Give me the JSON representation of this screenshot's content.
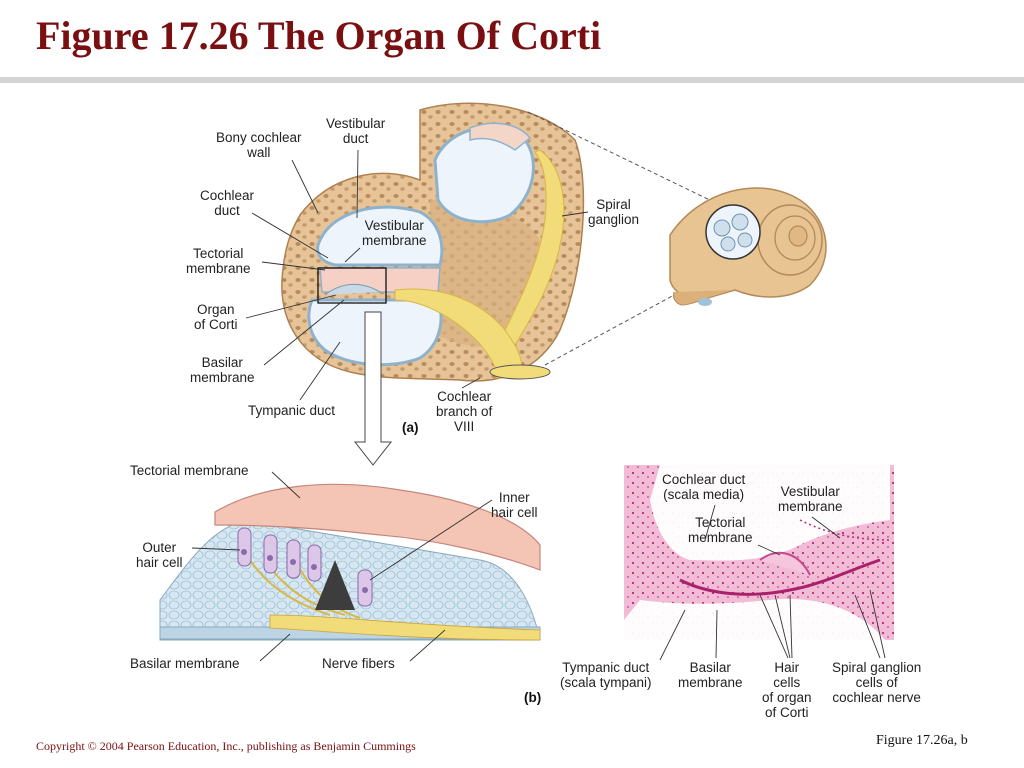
{
  "title": "Figure 17.26  The Organ Of Corti",
  "panel_a": {
    "tag": "(a)",
    "labels": {
      "bony_wall_1": "Bony cochlear",
      "bony_wall_2": "wall",
      "vestibular_duct_1": "Vestibular",
      "vestibular_duct_2": "duct",
      "cochlear_duct_1": "Cochlear",
      "cochlear_duct_2": "duct",
      "vestibular_membrane_1": "Vestibular",
      "vestibular_membrane_2": "membrane",
      "tectorial_membrane_1": "Tectorial",
      "tectorial_membrane_2": "membrane",
      "organ_corti_1": "Organ",
      "organ_corti_2": "of Corti",
      "basilar_membrane_1": "Basilar",
      "basilar_membrane_2": "membrane",
      "tympanic_duct": "Tympanic duct",
      "cochlear_branch_1": "Cochlear",
      "cochlear_branch_2": "branch of",
      "cochlear_branch_3": "VIII",
      "spiral_ganglion_1": "Spiral",
      "spiral_ganglion_2": "ganglion"
    }
  },
  "panel_b": {
    "tag": "(b)",
    "labels": {
      "tectorial_membrane": "Tectorial membrane",
      "inner_hair_cell_1": "Inner",
      "inner_hair_cell_2": "hair cell",
      "outer_hair_cell_1": "Outer",
      "outer_hair_cell_2": "hair cell",
      "basilar_membrane": "Basilar membrane",
      "nerve_fibers": "Nerve fibers"
    }
  },
  "micrograph": {
    "labels": {
      "cochlear_duct_1": "Cochlear duct",
      "cochlear_duct_2": "(scala media)",
      "vestibular_membrane_1": "Vestibular",
      "vestibular_membrane_2": "membrane",
      "tectorial_membrane_1": "Tectorial",
      "tectorial_membrane_2": "membrane",
      "tympanic_duct_1": "Tympanic duct",
      "tympanic_duct_2": "(scala tympani)",
      "basilar_membrane_1": "Basilar",
      "basilar_membrane_2": "membrane",
      "hair_cells_1": "Hair",
      "hair_cells_2": "cells",
      "hair_cells_3": "of organ",
      "hair_cells_4": "of Corti",
      "spiral_ganglion_1": "Spiral ganglion",
      "spiral_ganglion_2": "cells of",
      "spiral_ganglion_3": "cochlear nerve"
    }
  },
  "footer": {
    "copyright": "Copyright © 2004 Pearson Education, Inc., publishing as Benjamin Cummings",
    "figure_ref": "Figure 17.26a, b"
  },
  "colors": {
    "title": "#7a0f12",
    "bone": "#e8c9a0",
    "duct_fill": "#eef4fb",
    "duct_edge": "#8fb2cc",
    "nerve": "#f2dc7a",
    "membrane_pink": "#efb3a6",
    "stain_pink": "#e0529a"
  }
}
